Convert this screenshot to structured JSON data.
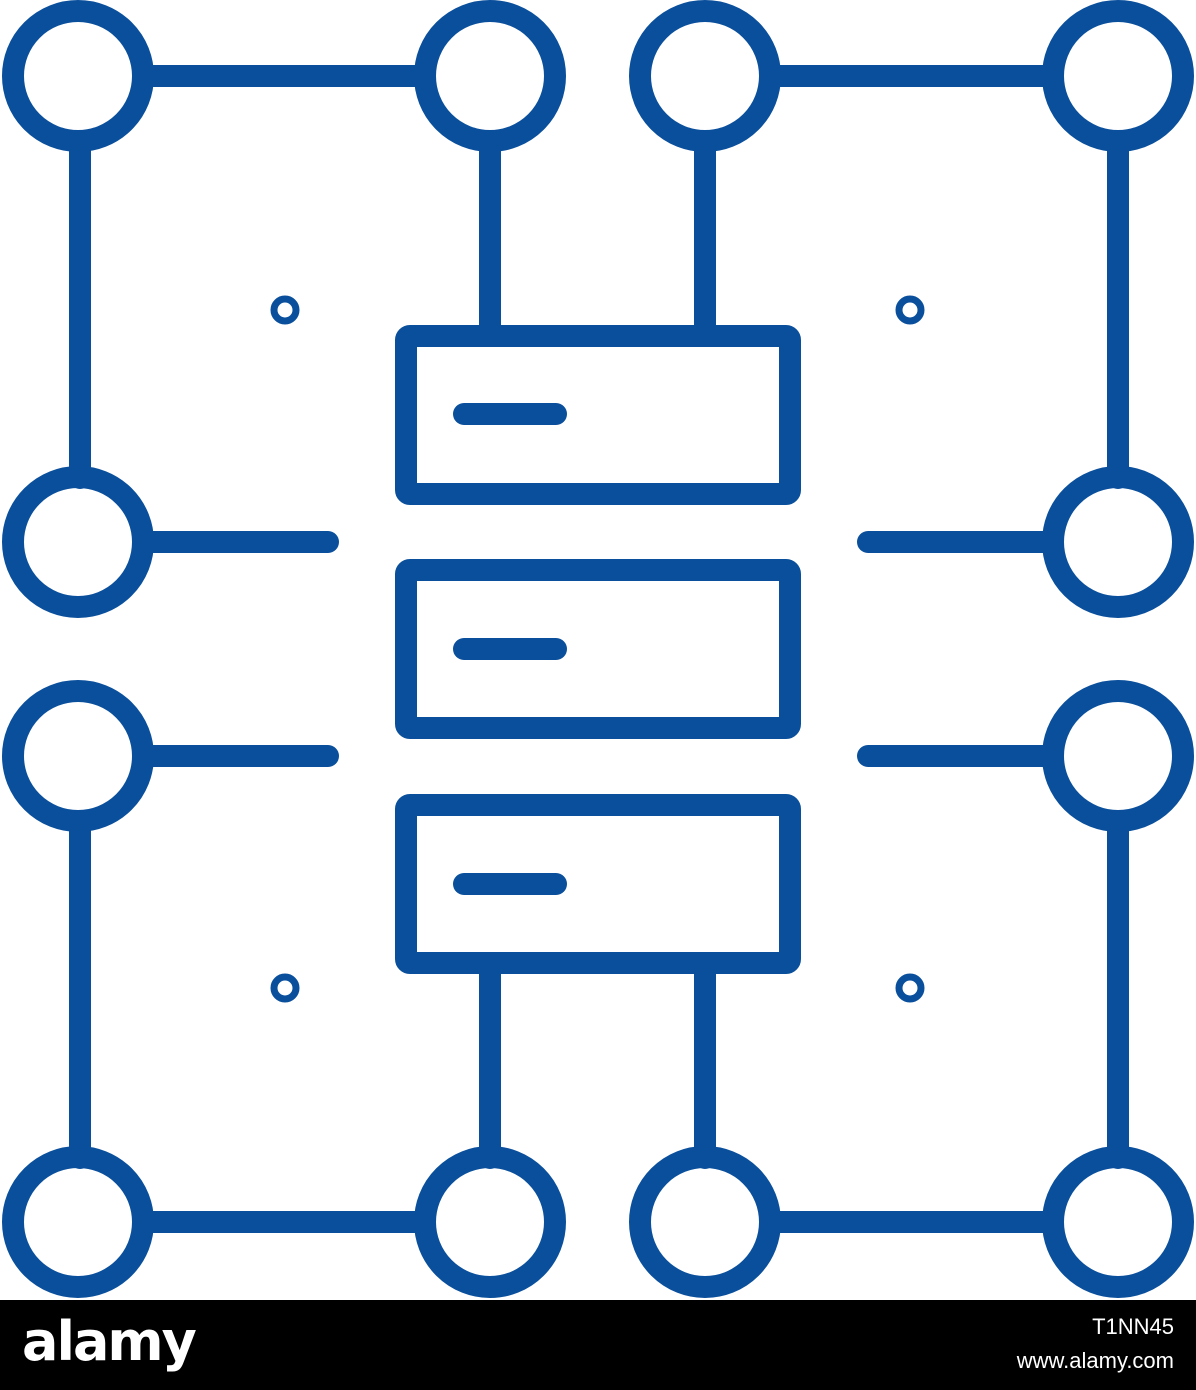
{
  "icon": {
    "subject": "structured-data-network-icon",
    "stroke_color": "#0a4f9c"
  },
  "banner": {
    "brand": "alamy",
    "image_id": "T1NN45",
    "url": "www.alamy.com",
    "background": "#000000",
    "text_color": "#ffffff"
  }
}
